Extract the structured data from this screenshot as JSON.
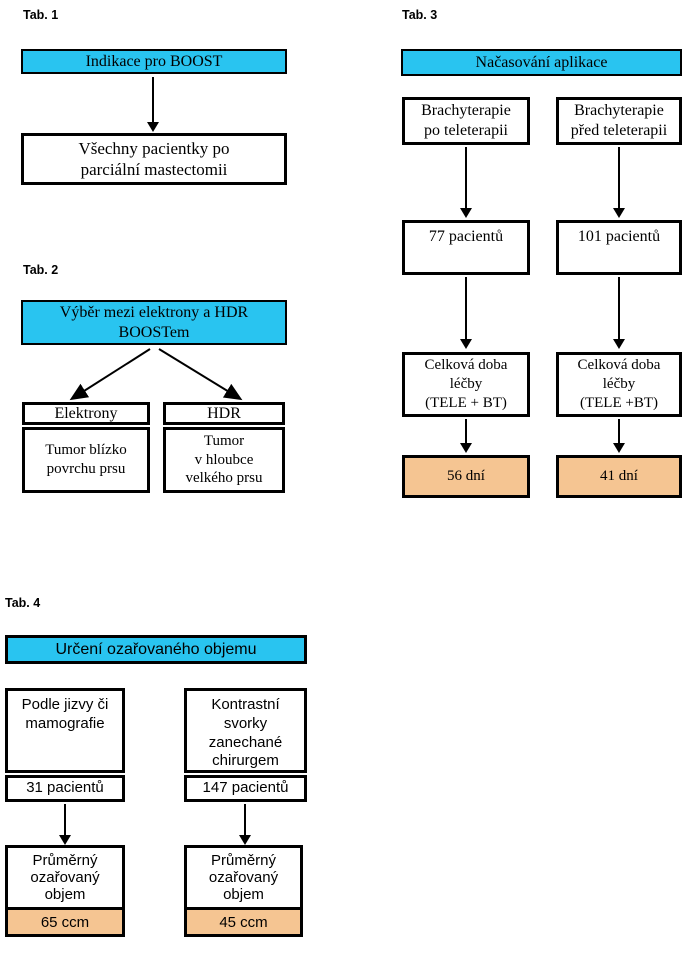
{
  "colors": {
    "cyan": "#29C4F0",
    "orange": "#F5C592"
  },
  "tab1": {
    "label": "Tab. 1",
    "header": "Indikace pro BOOST",
    "body": "Všechny pacientky po\nparciální mastectomii"
  },
  "tab2": {
    "label": "Tab. 2",
    "header": "Výběr mezi elektrony a HDR\nBOOSTem",
    "left": {
      "title": "Elektrony",
      "body": "Tumor blízko\npovrchu prsu"
    },
    "right": {
      "title": "HDR",
      "body": "Tumor\nv hloubce\nvelkého prsu"
    }
  },
  "tab3": {
    "label": "Tab. 3",
    "header": "Načasování aplikace",
    "columns": [
      {
        "top": "Brachyterapie\npo teleterapii",
        "count": "77 pacientů",
        "duration": "Celková doba\nléčby\n(TELE + BT)",
        "days": "56 dní"
      },
      {
        "top": "Brachyterapie\npřed teleterapii",
        "count": "101 pacientů",
        "duration": "Celková doba\nléčby\n(TELE +BT)",
        "days": "41 dní"
      }
    ]
  },
  "tab4": {
    "label": "Tab. 4",
    "header": "Určení ozařovaného objemu",
    "columns": [
      {
        "top": "Podle jizvy či\nmamografie",
        "count": "31 pacientů",
        "bottom": "Průměrný\nozařovaný\nobjem",
        "volume": "65 ccm"
      },
      {
        "top": "Kontrastní\nsvorky\nzanechané\nchirurgem",
        "count": "147 pacientů",
        "bottom": "Průměrný\nozařovaný\nobjem",
        "volume": "45 ccm"
      }
    ]
  }
}
